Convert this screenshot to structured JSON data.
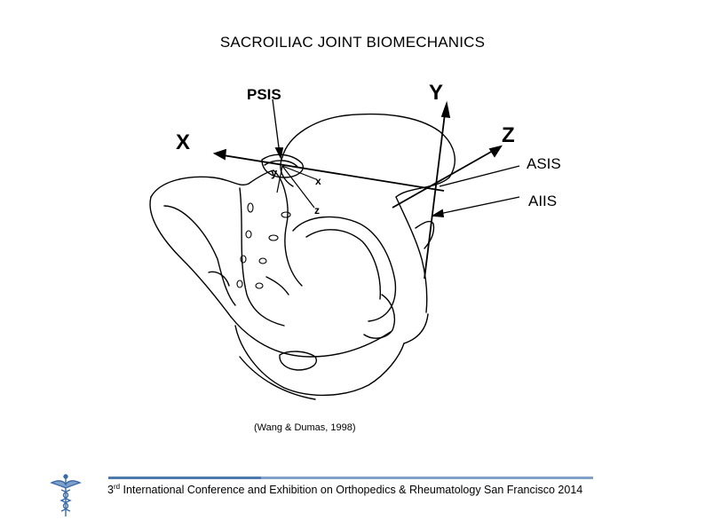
{
  "slide": {
    "title": "SACROILIAC JOINT BIOMECHANICS",
    "caption": "(Wang & Dumas, 1998)"
  },
  "diagram": {
    "labels": {
      "psis": "PSIS",
      "y_axis": "Y",
      "x_axis": "X",
      "z_axis": "Z",
      "asis": "ASIS",
      "aiis": "AIIS",
      "small_y": "y",
      "small_x": "x",
      "small_z": "z"
    }
  },
  "footer": {
    "ordinal_number": "3",
    "ordinal_suffix": "rd",
    "conference": " International Conference and Exhibition on Orthopedics & Rheumatology San Francisco 2014",
    "accent_color": "#7fa1c8",
    "accent_dark": "#4d79ad"
  }
}
